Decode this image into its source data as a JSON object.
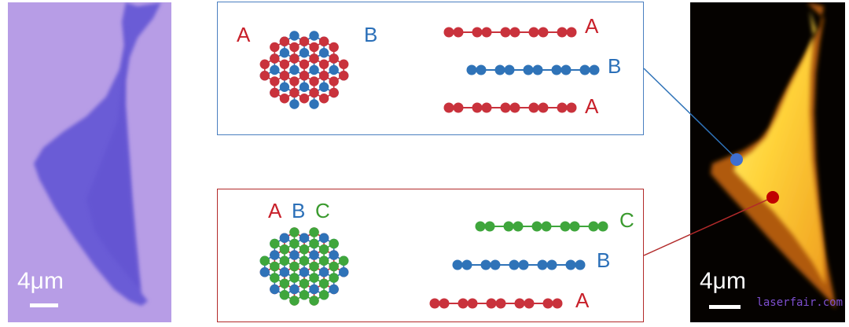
{
  "colors": {
    "red": "#c9323c",
    "blue": "#2f73b8",
    "green": "#3fa63c",
    "label_red": "#c8202a",
    "label_blue": "#2a6fb8",
    "label_green": "#3a9a2e",
    "box_ab_border": "#4a7fc0",
    "box_abc_border": "#b22a2a",
    "optical_bg": "#b79de6",
    "flake": "#6a5bd6",
    "watermark": "#7e4fd0"
  },
  "left_panel": {
    "scale_label": "4μm"
  },
  "right_panel": {
    "scale_label": "4μm"
  },
  "watermark": "laserfair.com",
  "ab_box": {
    "lattice_labels": [
      "A",
      "B"
    ],
    "layer_labels": [
      "A",
      "B",
      "A"
    ]
  },
  "abc_box": {
    "lattice_labels": [
      "A",
      "B",
      "C"
    ],
    "layer_labels": [
      "C",
      "B",
      "A"
    ]
  },
  "markers": [
    {
      "name": "blue-marker",
      "color": "blue"
    },
    {
      "name": "red-marker",
      "color": "red"
    }
  ]
}
